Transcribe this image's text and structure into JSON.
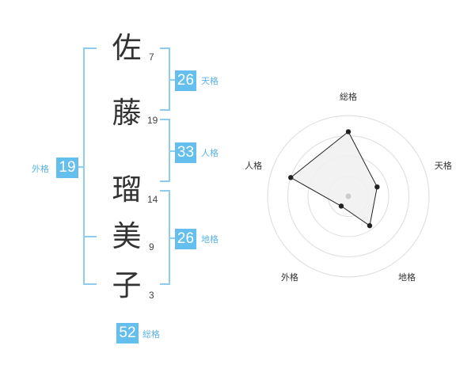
{
  "name": [
    {
      "char": "佐",
      "strokes": "7"
    },
    {
      "char": "藤",
      "strokes": "19"
    },
    {
      "char": "瑠",
      "strokes": "14"
    },
    {
      "char": "美",
      "strokes": "9"
    },
    {
      "char": "子",
      "strokes": "3"
    }
  ],
  "kakusu": {
    "tenkaku": {
      "value": "26",
      "label": "天格"
    },
    "jinkaku": {
      "value": "33",
      "label": "人格"
    },
    "chikaku": {
      "value": "26",
      "label": "地格"
    },
    "gaikaku": {
      "value": "19",
      "label": "外格"
    },
    "soukaku": {
      "value": "52",
      "label": "総格"
    }
  },
  "chart_data": {
    "type": "radar",
    "axes": [
      "総格",
      "天格",
      "地格",
      "外格",
      "人格"
    ],
    "rlim": [
      0,
      4
    ],
    "rings": 4,
    "values": [
      3.2,
      1.5,
      1.8,
      0.6,
      3.0
    ],
    "colors": {
      "fill": "#f0f0f0",
      "line": "#222222",
      "ring": "#dddddd",
      "center": "#cccccc"
    }
  }
}
